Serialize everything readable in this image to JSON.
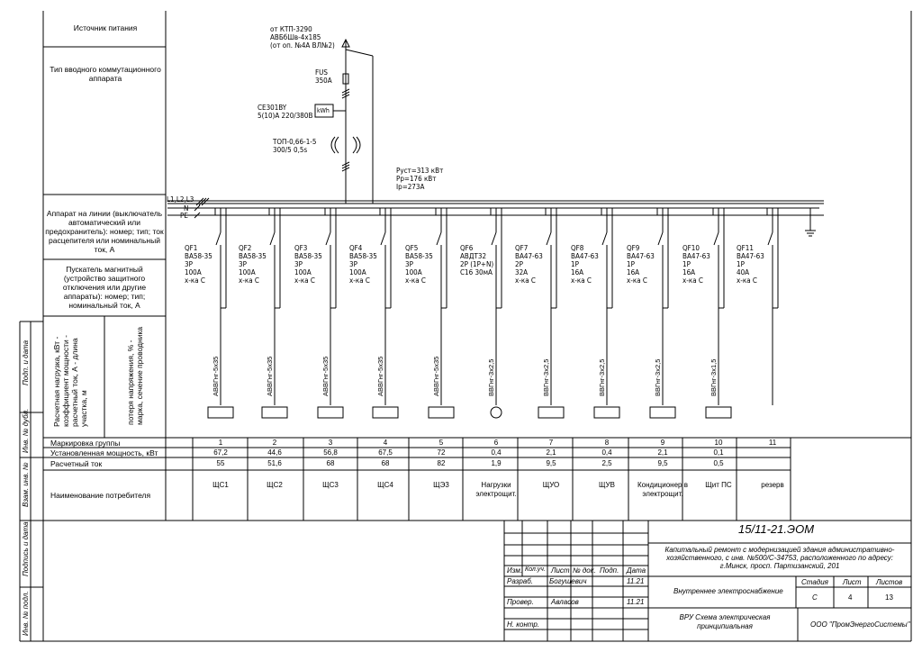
{
  "left_labels": {
    "source": "Источник питания",
    "input_device": "Тип вводного коммутационного аппарата",
    "line_device": "Аппарат на линии (выключатель автоматический или предохранитель): номер; тип; ток расцепителя или номинальный ток, А",
    "starter": "Пускатель магнитный (устройство защитного отключения или другие аппараты): номер; тип; номинальный ток, А",
    "load_vertical": "Расчетная нагрузка, кВт - коэффициент мощности - расчетный ток, А - длина участка, м",
    "drop_vertical": "потеря напряжения, % - марка, сечение проводника"
  },
  "input": {
    "source_lines": [
      "от КТП-3290",
      "АВБбШв-4х185",
      "(от оп. №4А ВЛ№2)"
    ],
    "fuse": [
      "FUS",
      "350А"
    ],
    "meter": [
      "CE301BY",
      "5(10)А 220/380В"
    ],
    "meter_box": "kWh",
    "ct": [
      "ТОП-0,66-1-5",
      "300/5 0,5s"
    ],
    "power": [
      "Руст=313 кВт",
      "Рр=176 кВт",
      "Iр=273А"
    ],
    "bus_labels": [
      "L1,L2,L3",
      "N",
      "PE"
    ]
  },
  "feeders": [
    {
      "id": "QF1",
      "type": "ВА58-35",
      "poles": "3Р",
      "current": "100А",
      "char": "х-ка С",
      "cable": "АВВГнг-5х35"
    },
    {
      "id": "QF2",
      "type": "ВА58-35",
      "poles": "3Р",
      "current": "100А",
      "char": "х-ка С",
      "cable": "АВВГнг-5х35"
    },
    {
      "id": "QF3",
      "type": "ВА58-35",
      "poles": "3Р",
      "current": "100А",
      "char": "х-ка С",
      "cable": "АВВГнг-5х35"
    },
    {
      "id": "QF4",
      "type": "ВА58-35",
      "poles": "3Р",
      "current": "100А",
      "char": "х-ка С",
      "cable": "АВВГнг-5х35"
    },
    {
      "id": "QF5",
      "type": "ВА58-35",
      "poles": "3Р",
      "current": "100А",
      "char": "х-ка С",
      "cable": "АВВГнг-5х35"
    },
    {
      "id": "QF6",
      "type": "АВДТ32",
      "poles": "2Р (1Р+N)",
      "current": "С16 30мА",
      "char": "",
      "cable": "ВВГнг-3х2,5"
    },
    {
      "id": "QF7",
      "type": "ВА47-63",
      "poles": "2Р",
      "current": "32А",
      "char": "х-ка С",
      "cable": "ВВГнг-3х2,5"
    },
    {
      "id": "QF8",
      "type": "ВА47-63",
      "poles": "1Р",
      "current": "16А",
      "char": "х-ка С",
      "cable": "ВВГнг-3х2,5"
    },
    {
      "id": "QF9",
      "type": "ВА47-63",
      "poles": "1Р",
      "current": "16А",
      "char": "х-ка С",
      "cable": "ВВГнг-3х2,5"
    },
    {
      "id": "QF10",
      "type": "ВА47-63",
      "poles": "1Р",
      "current": "16А",
      "char": "х-ка С",
      "cable": "ВВГнг-3х1,5"
    },
    {
      "id": "QF11",
      "type": "ВА47-63",
      "poles": "1Р",
      "current": "40А",
      "char": "х-ка С",
      "cable": ""
    }
  ],
  "table": {
    "headers": [
      "Маркировка группы",
      "Установленная мощность, кВт",
      "Расчетный ток",
      "Наименование потребителя"
    ],
    "groups": [
      "1",
      "2",
      "3",
      "4",
      "5",
      "6",
      "7",
      "8",
      "9",
      "10",
      "11"
    ],
    "power": [
      "67,2",
      "44,6",
      "56,8",
      "67,5",
      "72",
      "0,4",
      "2,1",
      "0,4",
      "2,1",
      "0,1",
      ""
    ],
    "current": [
      "55",
      "51,6",
      "68",
      "68",
      "82",
      "1,9",
      "9,5",
      "2,5",
      "9,5",
      "0,5",
      ""
    ],
    "consumers": [
      "ЩС1",
      "ЩС2",
      "ЩС3",
      "ЩС4",
      "ЩЭ3",
      "Нагрузки электрощит.",
      "ЩУО",
      "ЩУВ",
      "Кондиционер в электрощит.",
      "Щит ПС",
      "резерв"
    ]
  },
  "side_stamps": [
    "Подп. и дата",
    "Инв. № дубл.",
    "Взам. инв. №",
    "Подпись и дата",
    "Инв. № подл."
  ],
  "title_block": {
    "code": "15/11-21.ЭОМ",
    "project": "Капитальный ремонт с модернизацией здания административно-хозяйственного, с инв. №500/С-34753, расположенного по адресу: г.Минск, просп. Партизанский, 201",
    "col_heads": [
      "Изм.",
      "Кол.уч.",
      "Лист",
      "№ док.",
      "Подп.",
      "Дата"
    ],
    "dev_role": "Разраб.",
    "dev_name": "Богушевич",
    "dev_date": "11.21",
    "chk_role": "Провер.",
    "chk_name": "Авласов",
    "chk_date": "11.21",
    "norm_role": "Н. контр.",
    "section": "Внутреннее электроснабжение",
    "stage_head": "Стадия",
    "sheet_head": "Лист",
    "sheets_head": "Листов",
    "stage": "С",
    "sheet": "4",
    "sheets": "13",
    "drawing": "ВРУ Схема электрическая принципиальная",
    "company": "ООО \"ПромЭнергоСистемы\""
  }
}
